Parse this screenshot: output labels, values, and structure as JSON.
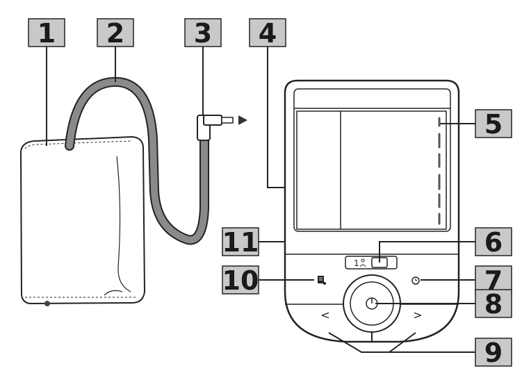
{
  "callouts": [
    {
      "id": "1",
      "label": "1"
    },
    {
      "id": "2",
      "label": "2"
    },
    {
      "id": "3",
      "label": "3"
    },
    {
      "id": "4",
      "label": "4"
    },
    {
      "id": "5",
      "label": "5"
    },
    {
      "id": "6",
      "label": "6"
    },
    {
      "id": "7",
      "label": "7"
    },
    {
      "id": "8",
      "label": "8"
    },
    {
      "id": "9",
      "label": "9"
    },
    {
      "id": "10",
      "label": "10"
    },
    {
      "id": "11",
      "label": "11"
    }
  ],
  "device": {
    "user_switch_label": "1",
    "power_symbol": "⏻",
    "prev_symbol": "<",
    "next_symbol": ">"
  }
}
